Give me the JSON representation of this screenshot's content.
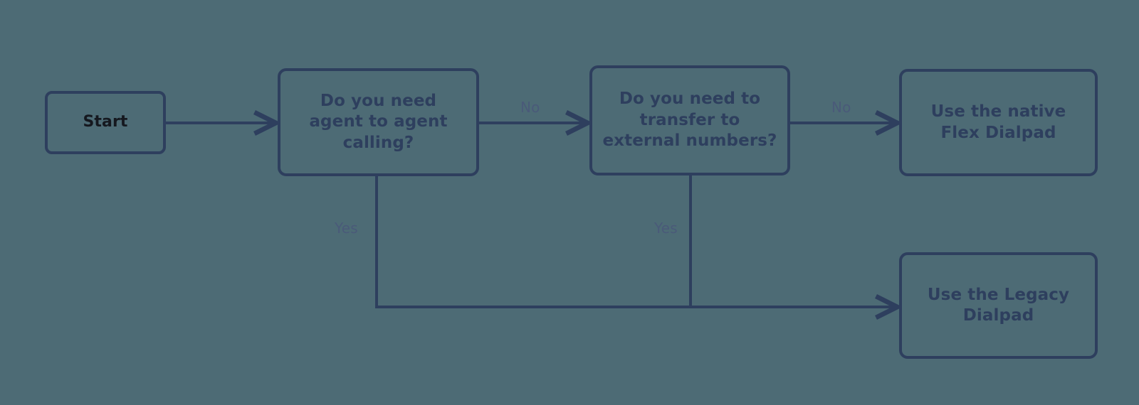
{
  "diagram": {
    "title": "Dialpad selection decision flow",
    "background_color": "#4d6b75",
    "line_color": "#2e3f5e",
    "label_color": "#4a5a79"
  },
  "nodes": [
    {
      "id": "start",
      "label": "Start",
      "type": "terminator"
    },
    {
      "id": "decision1",
      "label": "Do you need agent to agent calling?",
      "type": "decision"
    },
    {
      "id": "decision2",
      "label": "Do you need to transfer to external numbers?",
      "type": "decision"
    },
    {
      "id": "native",
      "label": "Use the native Flex Dialpad",
      "type": "outcome"
    },
    {
      "id": "legacy",
      "label": "Use the Legacy Dialpad",
      "type": "outcome"
    }
  ],
  "edges": [
    {
      "id": "e1",
      "from": "start",
      "to": "decision1",
      "label": ""
    },
    {
      "id": "e2",
      "from": "decision1",
      "to": "decision2",
      "label": "No"
    },
    {
      "id": "e3",
      "from": "decision2",
      "to": "native",
      "label": "No"
    },
    {
      "id": "e4",
      "from": "decision1",
      "to": "legacy",
      "label": "Yes"
    },
    {
      "id": "e5",
      "from": "decision2",
      "to": "legacy",
      "label": "Yes"
    }
  ]
}
